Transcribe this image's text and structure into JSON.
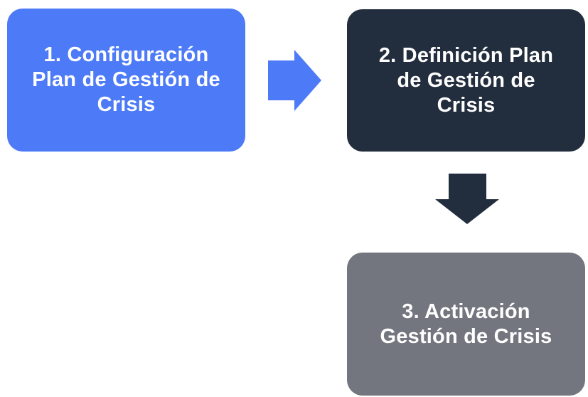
{
  "diagram": {
    "type": "flowchart",
    "background": "#ffffff",
    "steps": [
      {
        "id": "1",
        "label": "1. Configuración\nPlan de Gestión de\nCrisis",
        "bg_color": "#4d7af7",
        "text_color": "#ffffff"
      },
      {
        "id": "2",
        "label": "2. Definición Plan\nde Gestión de\nCrisis",
        "bg_color": "#222d3d",
        "text_color": "#ffffff"
      },
      {
        "id": "3",
        "label": "3. Activación\nGestión de Crisis",
        "bg_color": "#74767f",
        "text_color": "#ffffff"
      }
    ],
    "arrows": [
      {
        "from": "1",
        "to": "2",
        "direction": "right",
        "color": "#4d7af7"
      },
      {
        "from": "2",
        "to": "3",
        "direction": "down",
        "color": "#222d3d"
      }
    ]
  }
}
